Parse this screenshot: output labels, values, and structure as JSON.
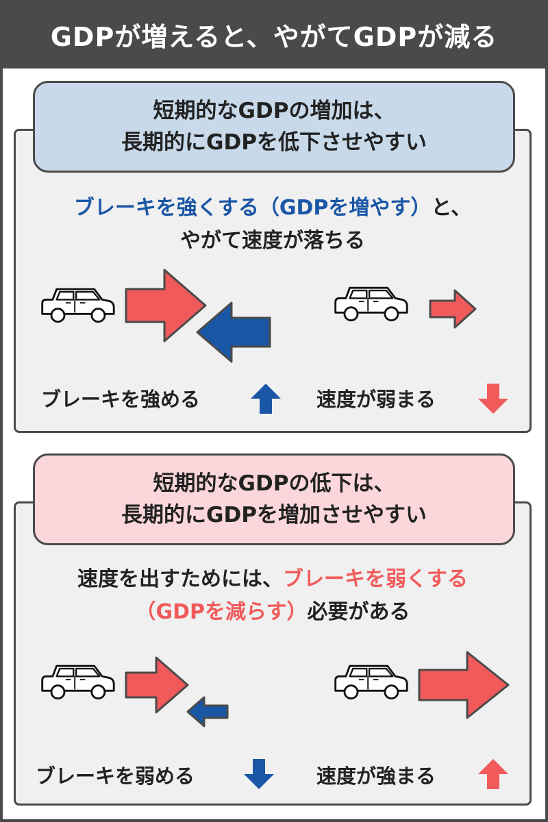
{
  "header": {
    "title": "GDPが増えると、やがてGDPが減る"
  },
  "section1": {
    "callout": {
      "line1": "短期的なGDPの増加は、",
      "line2": "長期的にGDPを低下させやすい"
    },
    "lead": {
      "highlight": "ブレーキを強くする（GDPを増やす）",
      "rest1": "と、",
      "line2": "やがて速度が落ちる"
    },
    "left_caption": "ブレーキを強める",
    "right_caption": "速度が弱まる"
  },
  "section2": {
    "callout": {
      "line1": "短期的なGDPの低下は、",
      "line2": "長期的にGDPを増加させやすい"
    },
    "lead": {
      "line1_prefix": "速度を出すためには、",
      "line1_highlight": "ブレーキを弱くする",
      "line2_highlight": "（GDPを減らす）",
      "line2_rest": "必要がある"
    },
    "left_caption": "ブレーキを弱める",
    "right_caption": "速度が強まる"
  },
  "colors": {
    "dark": "#4a4a4a",
    "blue": "#1a56a6",
    "red": "#f15a5a",
    "callout_blue": "#c8d9ea",
    "callout_pink": "#fbd6db",
    "panel": "#f0f0f0"
  },
  "icons": [
    "car-icon",
    "right-arrow-icon",
    "left-arrow-icon",
    "up-arrow-icon",
    "down-arrow-icon"
  ]
}
